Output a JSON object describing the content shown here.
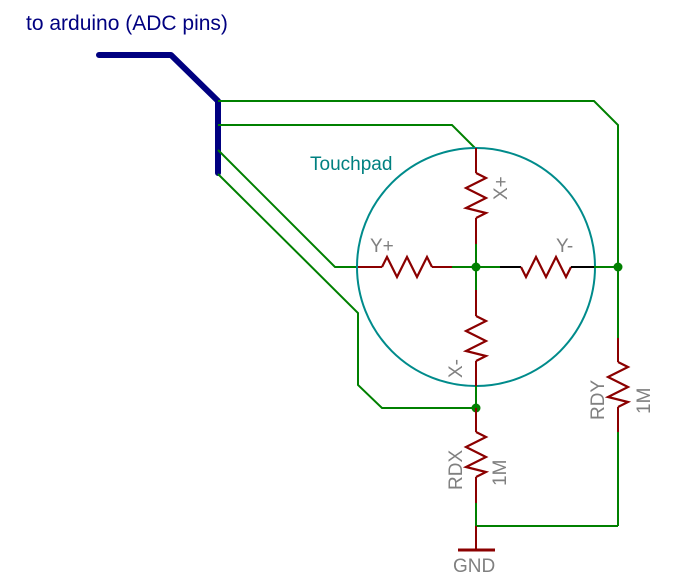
{
  "title": "to arduino (ADC pins)",
  "touchpad": {
    "label": "Touchpad",
    "pins": {
      "x_plus": "X+",
      "x_minus": "X-",
      "y_plus": "Y+",
      "y_minus": "Y-"
    }
  },
  "resistors": [
    {
      "name": "RDX",
      "value": "1M"
    },
    {
      "name": "RDY",
      "value": "1M"
    }
  ],
  "ground": {
    "label": "GND"
  },
  "colors": {
    "bus": "#000080",
    "wire": "#008000",
    "resistor": "#8b0000",
    "touchpad": "#008b8b",
    "label": "#808080"
  }
}
